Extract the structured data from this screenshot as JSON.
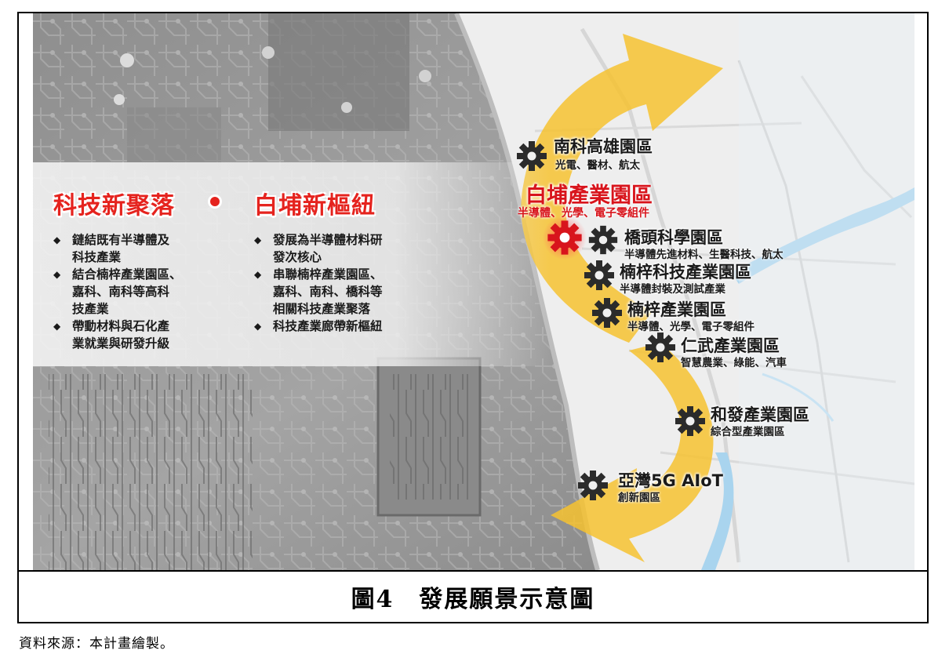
{
  "left": {
    "theme1": "科技新聚落",
    "theme2": "白埔新樞紐",
    "col1": [
      "鏈結既有半導體及\n科技產業",
      "結合楠梓產業園區、\n嘉科、南科等高科\n技產業",
      "帶動材料與石化產\n業就業與研發升級"
    ],
    "col2": [
      "發展為半導體材料研\n發次核心",
      "串聯楠梓產業園區、\n嘉科、南科、橋科等\n相關科技產業聚落",
      "科技產業廊帶新樞紐"
    ]
  },
  "parks": {
    "nanke": {
      "name": "南科高雄園區",
      "sub": "光電、醫材、航太"
    },
    "baipu": {
      "name": "白埔產業園區",
      "sub": "半導體、光學、電子零組件"
    },
    "qiaotou": {
      "name": "橋頭科學園區",
      "sub": "半導體先進材料、生醫科技、航太"
    },
    "nanzi_tech": {
      "name": "楠梓科技產業園區",
      "sub": "半導體封裝及測試產業"
    },
    "nanzi": {
      "name": "楠梓產業園區",
      "sub": "半導體、光學、電子零組件"
    },
    "renwu": {
      "name": "仁武產業園區",
      "sub": "智慧農業、綠能、汽車"
    },
    "hefa": {
      "name": "和發產業園區",
      "sub": "綜合型產業園區"
    },
    "yawan": {
      "name": "亞灣5G AIoT",
      "sub": "創新園區"
    }
  },
  "caption": "圖4　發展願景示意圖",
  "source": "資料來源：本計畫繪製。",
  "colors": {
    "accent_red": "#e5231e",
    "arrow_yellow": "#f6c230",
    "gear_dark": "#2b2b2b",
    "river_blue": "#a9d4ee"
  }
}
